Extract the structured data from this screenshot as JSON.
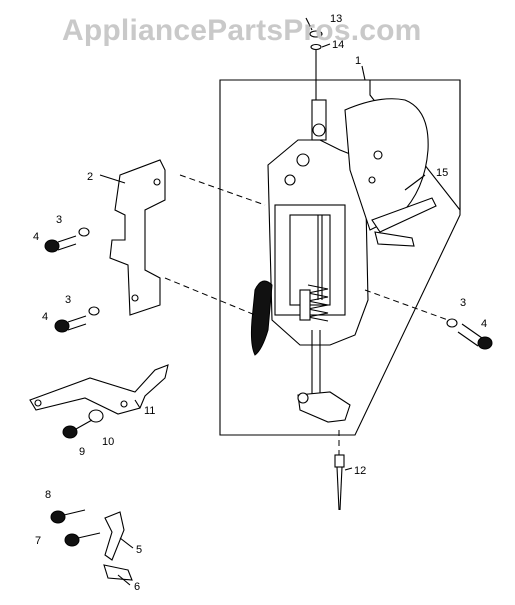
{
  "watermark": "AppliancePartsPros.com",
  "callouts": [
    {
      "id": "c1",
      "text": "1"
    },
    {
      "id": "c2",
      "text": "2"
    },
    {
      "id": "c3a",
      "text": "3"
    },
    {
      "id": "c3b",
      "text": "3"
    },
    {
      "id": "c3c",
      "text": "3"
    },
    {
      "id": "c4a",
      "text": "4"
    },
    {
      "id": "c4b",
      "text": "4"
    },
    {
      "id": "c4c",
      "text": "4"
    },
    {
      "id": "c5",
      "text": "5"
    },
    {
      "id": "c6",
      "text": "6"
    },
    {
      "id": "c7",
      "text": "7"
    },
    {
      "id": "c8",
      "text": "8"
    },
    {
      "id": "c9",
      "text": "9"
    },
    {
      "id": "c10",
      "text": "10"
    },
    {
      "id": "c11",
      "text": "11"
    },
    {
      "id": "c12",
      "text": "12"
    },
    {
      "id": "c13",
      "text": "13"
    },
    {
      "id": "c14",
      "text": "14"
    },
    {
      "id": "c15",
      "text": "15"
    }
  ]
}
